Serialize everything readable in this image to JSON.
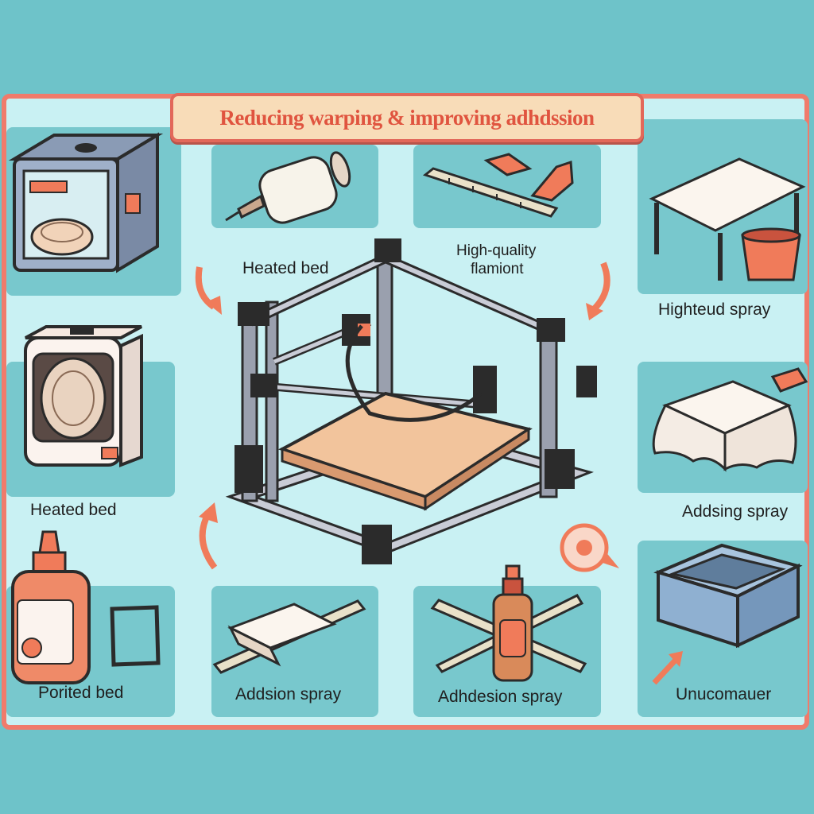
{
  "title": "Reducing warping & improving adhdssion",
  "labels": {
    "heated_bed_top": "Heated bed",
    "high_quality_filament_line1": "High-quality",
    "high_quality_filament_line2": "flamiont",
    "highteud_spray": "Highteud spray",
    "heated_bed_left": "Heated bed",
    "addsing_spray": "Addsing spray",
    "porited_bed": "Porited bed",
    "adsion_spray": "Addsion spray",
    "adhdesion_spray": "Adhdesion spray",
    "unucomauer": "Unucomauer"
  },
  "colors": {
    "background": "#6ec3c9",
    "frame_fill": "#c9f1f3",
    "frame_border": "#f07b6b",
    "panel": "#78c8cd",
    "accent_orange": "#f07b5a",
    "title_text": "#e0543f"
  },
  "icons": [
    "enclosure-icon",
    "filament-spool-icon",
    "ruler-icon",
    "scraper-icon",
    "table-icon",
    "bin-icon",
    "dry-box-icon",
    "cloth-icon",
    "glue-bottle-icon",
    "frame-icon",
    "bed-sheet-icon",
    "spray-bottle-icon",
    "box-icon",
    "printer-icon",
    "arrow-icon"
  ]
}
